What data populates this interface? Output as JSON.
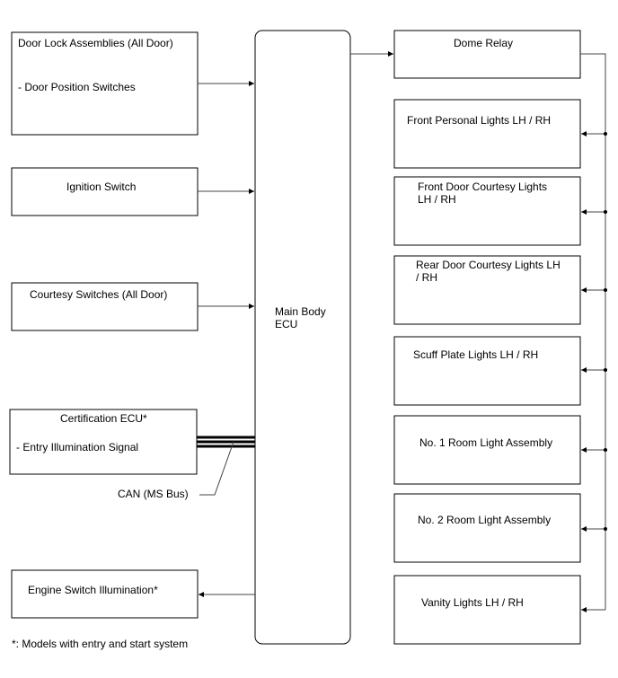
{
  "inputs": {
    "door_lock": {
      "title": "Door Lock Assemblies (All Door)",
      "sub": "- Door Position Switches"
    },
    "ignition": {
      "title": "Ignition Switch"
    },
    "courtesy": {
      "title": "Courtesy Switches (All Door)"
    },
    "certification": {
      "title": "Certification ECU*",
      "sub": "- Entry Illumination Signal"
    },
    "engine_switch": {
      "title": "Engine Switch Illumination*"
    }
  },
  "ecu": {
    "line1": "Main Body",
    "line2": "ECU"
  },
  "can_label": "CAN (MS Bus)",
  "outputs": {
    "dome_relay": {
      "title": "Dome Relay"
    },
    "front_personal": {
      "line1": "Front Personal Lights LH / RH"
    },
    "front_door": {
      "line1": "Front Door Courtesy Lights",
      "line2": "LH / RH"
    },
    "rear_door": {
      "line1": "Rear Door Courtesy Lights LH",
      "line2": "/ RH"
    },
    "scuff": {
      "line1": "Scuff Plate Lights LH / RH"
    },
    "room1": {
      "line1": "No. 1 Room Light Assembly"
    },
    "room2": {
      "line1": "No. 2 Room Light Assembly"
    },
    "vanity": {
      "line1": "Vanity Lights LH / RH"
    }
  },
  "footnote": "*: Models with entry and start system"
}
